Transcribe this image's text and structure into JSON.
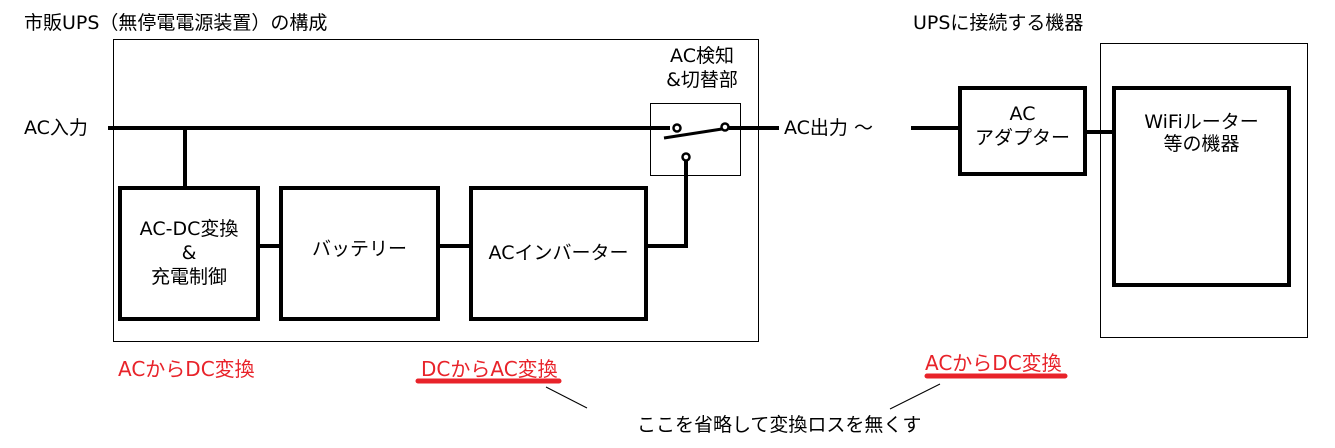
{
  "titles": {
    "ups": "市販UPS（無停電電源装置）の構成",
    "device": "UPSに接続する機器"
  },
  "labels": {
    "ac_input": "AC入力",
    "ac_output": "AC出力 ～"
  },
  "ups_blocks": {
    "acdc": [
      "AC-DC変換",
      "&",
      "充電制御"
    ],
    "battery": "バッテリー",
    "inverter": "ACインバーター",
    "switch": [
      "AC検知",
      "&切替部"
    ]
  },
  "device_blocks": {
    "adapter": [
      "AC",
      "アダプター"
    ],
    "router": [
      "WiFiルーター",
      "等の機器"
    ]
  },
  "annotations": {
    "ups_acdc": "ACからDC変換",
    "ups_dcac": "DCからAC変換",
    "adapter_acdc": "ACからDC変換",
    "note": "ここを省略して変換ロスを無くす"
  },
  "colors": {
    "annotation_red": "#e8232a",
    "line": "#000000"
  }
}
